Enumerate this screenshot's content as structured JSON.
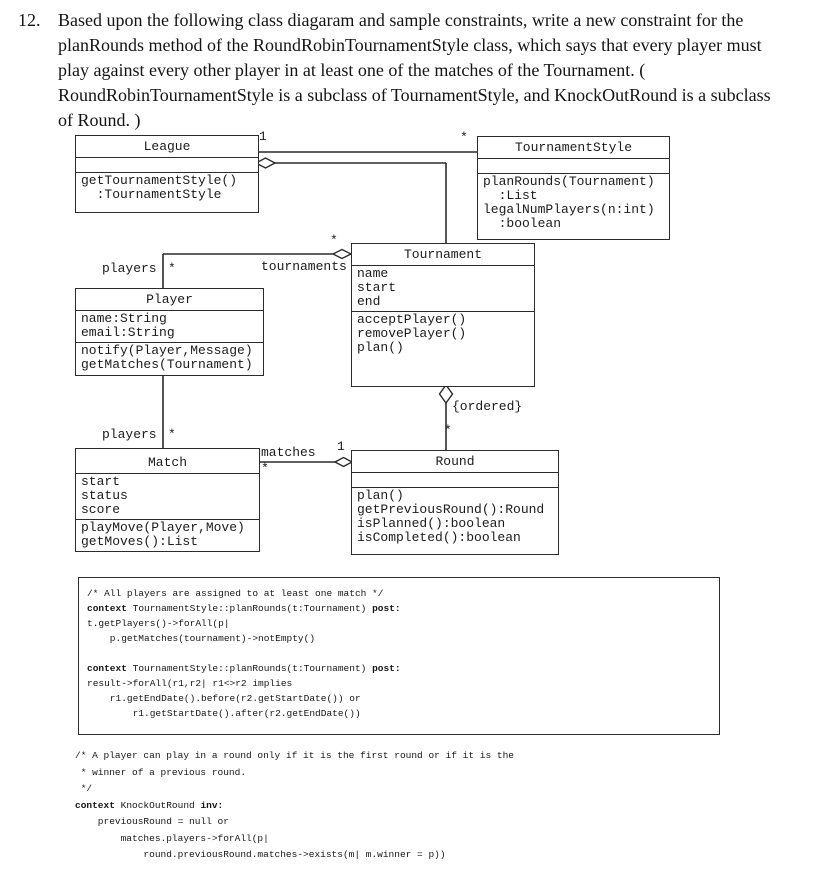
{
  "question": {
    "number": "12.",
    "text": "Based upon the following class diagaram and sample constraints, write a new constraint for the planRounds method of the RoundRobinTournamentStyle class, which says that every player must play against every other player in at least one of the matches of the Tournament.  ( RoundRobinTournamentStyle is a subclass of TournamentStyle, and KnockOutRound is a subclass of Round. )"
  },
  "diagram": {
    "classes": {
      "league": {
        "name": "League",
        "operations": [
          "getTournamentStyle()",
          "  :TournamentStyle"
        ]
      },
      "tournamentStyle": {
        "name": "TournamentStyle",
        "operations": [
          "planRounds(Tournament)",
          "  :List",
          "legalNumPlayers(n:int)",
          "  :boolean"
        ]
      },
      "tournament": {
        "name": "Tournament",
        "attributes": [
          "name",
          "start",
          "end"
        ],
        "operations": [
          "acceptPlayer()",
          "removePlayer()",
          "plan()"
        ]
      },
      "player": {
        "name": "Player",
        "attributes": [
          "name:String",
          "email:String"
        ],
        "operations": [
          "notify(Player,Message)",
          "getMatches(Tournament)"
        ]
      },
      "match": {
        "name": "Match",
        "attributes": [
          "start",
          "status",
          "score"
        ],
        "operations": [
          "playMove(Player,Move)",
          "getMoves():List"
        ]
      },
      "round": {
        "name": "Round",
        "operations": [
          "plan()",
          "getPreviousRound():Round",
          "isPlanned():boolean",
          "isCompleted():boolean"
        ]
      }
    },
    "labels": {
      "league_mult": "1",
      "style_mult": "*",
      "players_role_top": "players",
      "players_mult_top": "*",
      "tournaments_mult": "*",
      "tournaments_role": "tournaments",
      "players_role_bottom": "players",
      "players_mult_bottom": "*",
      "matches_role": "matches",
      "matches_mult": "*",
      "round_mult": "1",
      "rounds_mult": "*",
      "ordered_constraint": "{ordered}"
    }
  },
  "constraints": {
    "box": {
      "comment": "/* All players are assigned to at least one match */",
      "kw_context": "context",
      "ctx1_sig": " TournamentStyle::planRounds(t:Tournament) ",
      "kw_post": "post:",
      "c1_line1": "t.getPlayers()->forAll(p|",
      "c1_line2": "    p.getMatches(tournament)->notEmpty()",
      "blank": " ",
      "ctx2_sig": " TournamentStyle::planRounds(t:Tournament) ",
      "c2_line1": "result->forAll(r1,r2| r1<>r2 implies",
      "c2_line2": "    r1.getEndDate().before(r2.getStartDate()) or",
      "c2_line3": "        r1.getStartDate().after(r2.getEndDate())"
    },
    "free": {
      "comment1": "/* A player can play in a round only if it is the first round or if it is the",
      "comment2": " * winner of a previous round.",
      "comment3": " */",
      "kw_context": "context",
      "ctx_sig": " KnockOutRound ",
      "kw_inv": "inv:",
      "line1": "    previousRound = null or",
      "line2": "        matches.players->forAll(p|",
      "line3": "            round.previousRound.matches->exists(m| m.winner = p))"
    }
  }
}
